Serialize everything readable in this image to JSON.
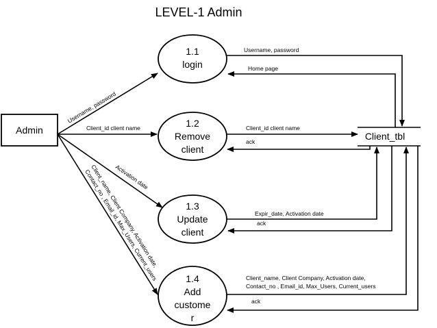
{
  "title": "LEVEL-1 Admin",
  "external_entity": "Admin",
  "data_store": "Client_tbl",
  "processes": [
    {
      "id": "1.1",
      "lines": [
        "1.1",
        "login"
      ]
    },
    {
      "id": "1.2",
      "lines": [
        "1.2",
        "Remove",
        "client"
      ]
    },
    {
      "id": "1.3",
      "lines": [
        "1.3",
        "Update",
        "client"
      ]
    },
    {
      "id": "1.4",
      "lines": [
        "1.4",
        "Add",
        "custome",
        "r"
      ]
    }
  ],
  "flows": {
    "admin_to_login": "Username, password",
    "admin_to_remove": "Client_id client name",
    "admin_to_update": "Activation date",
    "admin_to_add_line1": "Client_name, Client Company, Activation date,",
    "admin_to_add_line2": "Contact_no , Email_id, Max_Users, Current_users",
    "login_to_store": "Username, password",
    "store_to_login": "Home page",
    "remove_to_store": "Client_id client name",
    "store_to_remove": "ack",
    "update_to_store": "Expir_date, Activation date",
    "store_to_update": "ack",
    "add_to_store_line1": "Client_name, Client Company, Activation date,",
    "add_to_store_line2": "Contact_no , Email_id, Max_Users, Current_users",
    "store_to_add": "ack"
  }
}
